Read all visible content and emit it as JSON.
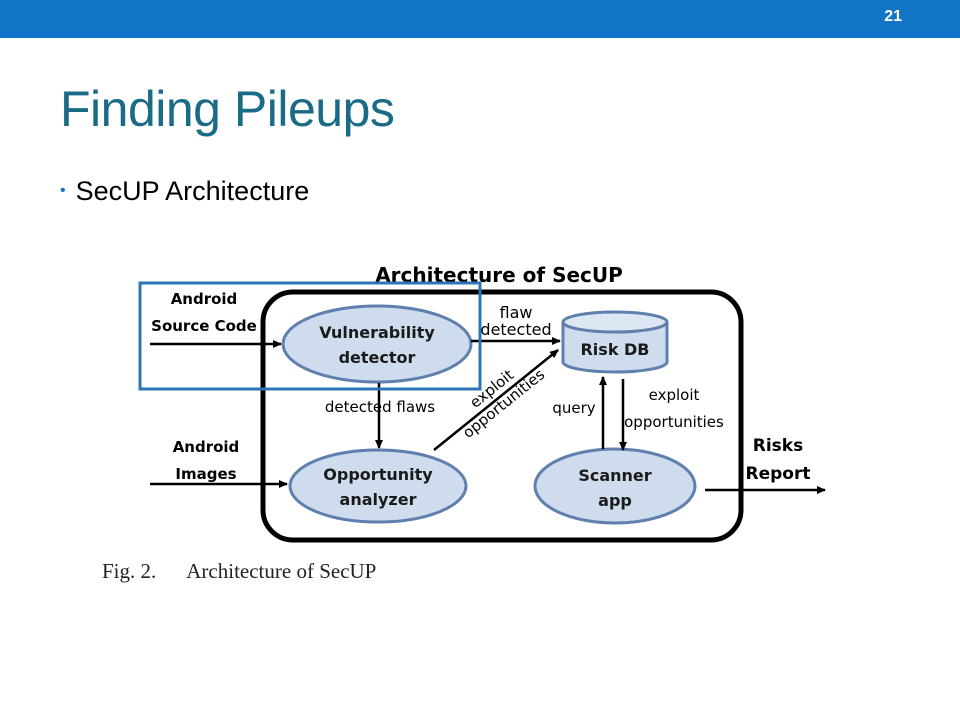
{
  "slide": {
    "number": "21",
    "title": "Finding Pileups",
    "bullet": "SecUP Architecture"
  },
  "diagram": {
    "title": "Architecture of SecUP",
    "inputs": {
      "source_line1": "Android",
      "source_line2": "Source Code",
      "images_line1": "Android",
      "images_line2": "Images"
    },
    "nodes": {
      "vuln_line1": "Vulnerability",
      "vuln_line2": "detector",
      "riskdb": "Risk DB",
      "opp_line1": "Opportunity",
      "opp_line2": "analyzer",
      "scanner_line1": "Scanner",
      "scanner_line2": "app"
    },
    "edges": {
      "flaw_line1": "flaw",
      "flaw_line2": "detected",
      "detected_flaws": "detected flaws",
      "diag_line1": "exploit",
      "diag_line2": "opportunities",
      "query": "query",
      "exploit_right_line1": "exploit",
      "exploit_right_line2": "opportunities"
    },
    "output": {
      "line1": "Risks",
      "line2": "Report"
    },
    "colors": {
      "node_fill": "#cfdced",
      "node_stroke": "#5f7fae",
      "highlight_box": "#2e75b6",
      "frame": "#000000"
    }
  },
  "caption": {
    "label": "Fig. 2.",
    "text": "Architecture of SecUP"
  }
}
